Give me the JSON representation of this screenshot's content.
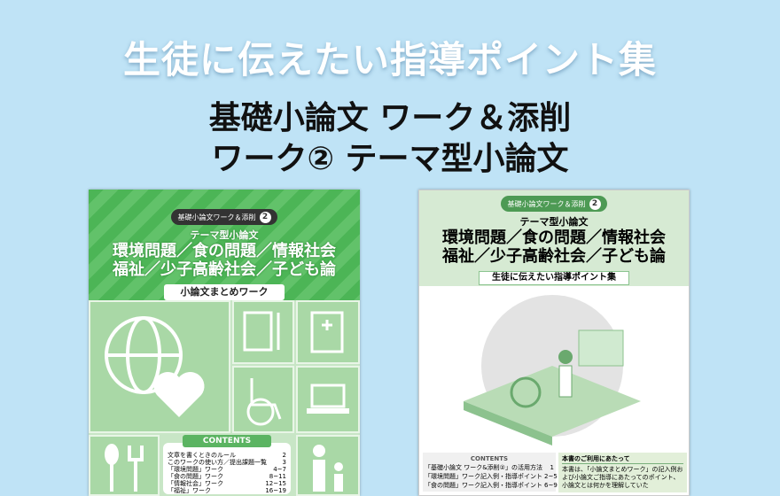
{
  "headline": "生徒に伝えたい指導ポイント集",
  "title_line1": "基礎小論文 ワーク＆添削",
  "title_line2": "ワーク② テーマ型小論文",
  "cover_left": {
    "series": "基礎小論文ワーク＆添削",
    "number": "2",
    "kind": "テーマ型小論文",
    "topic1": "環境問題／食の問題／情報社会",
    "topic2": "福祉／少子高齢社会／子ども論",
    "subtitle": "小論文まとめワーク",
    "contents_title": "CONTENTS",
    "contents": [
      {
        "label": "文章を書くときのルール",
        "page": "2"
      },
      {
        "label": "このワークの使い方／提出課題一覧",
        "page": "3"
      },
      {
        "label": "「環境問題」ワーク",
        "page": "4~7"
      },
      {
        "label": "「食の問題」ワーク",
        "page": "8~11"
      },
      {
        "label": "「情報社会」ワーク",
        "page": "12~15"
      },
      {
        "label": "「福祉」ワーク",
        "page": "16~19"
      }
    ]
  },
  "cover_right": {
    "series": "基礎小論文ワーク＆添削",
    "number": "2",
    "kind": "テーマ型小論文",
    "topic1": "環境問題／食の問題／情報社会",
    "topic2": "福祉／少子高齢社会／子ども論",
    "subtitle": "生徒に伝えたい指導ポイント集",
    "contents_title": "CONTENTS",
    "contents": [
      {
        "label": "「基礎小論文 ワーク&添削②」の活用方法",
        "page": "1"
      },
      {
        "label": "「環境問題」ワーク記入例・指導ポイント",
        "page": "2~5"
      },
      {
        "label": "「食の問題」ワーク記入例・指導ポイント",
        "page": "6~9"
      }
    ],
    "note_title": "本書のご利用にあたって",
    "note_text": "本書は、「小論文まとめワーク」の記入例および小論文ご指導にあたってのポイント、小論文とは何かを理解していた"
  }
}
